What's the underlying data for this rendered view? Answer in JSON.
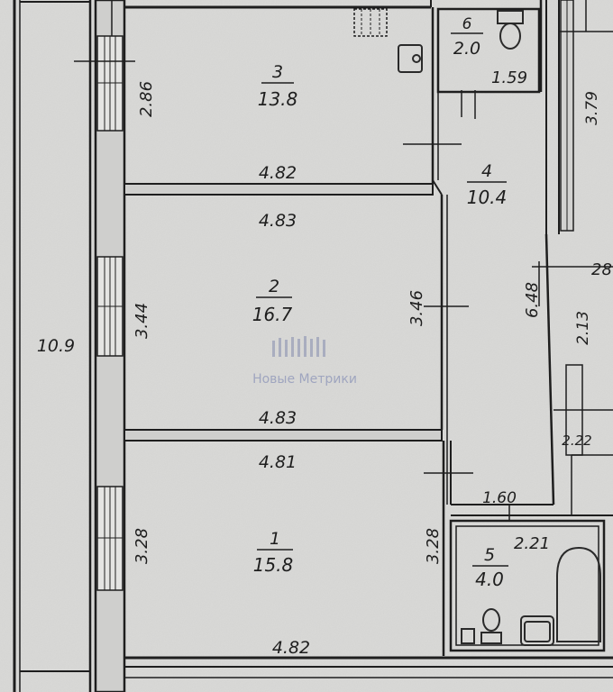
{
  "plan": {
    "rooms": [
      {
        "id": "3",
        "number": "3",
        "area": "13.8"
      },
      {
        "id": "2",
        "number": "2",
        "area": "16.7"
      },
      {
        "id": "1",
        "number": "1",
        "area": "15.8"
      },
      {
        "id": "4",
        "number": "4",
        "area": "10.4"
      },
      {
        "id": "5",
        "number": "5",
        "area": "4.0"
      },
      {
        "id": "6",
        "number": "6",
        "area": "2.0"
      }
    ],
    "dimensions": {
      "room3_width": "4.82",
      "room3_height": "2.86",
      "room2_width_top": "4.83",
      "room2_width_bottom": "4.83",
      "room2_height": "3.44",
      "room1_width_top": "4.81",
      "room1_width_bottom": "4.82",
      "room1_height_left": "3.28",
      "room1_height_right": "3.28",
      "corridor_length": "3.46",
      "room4_length": "6.48",
      "room6_width": "1.59",
      "right_379": "3.79",
      "right_213": "2.13",
      "right_28": "28",
      "right_222": "2.22",
      "bath_width_top": "1.60",
      "bath_width": "2.21",
      "left_balcony": "10.9"
    },
    "watermark": "Новые Метрики"
  }
}
